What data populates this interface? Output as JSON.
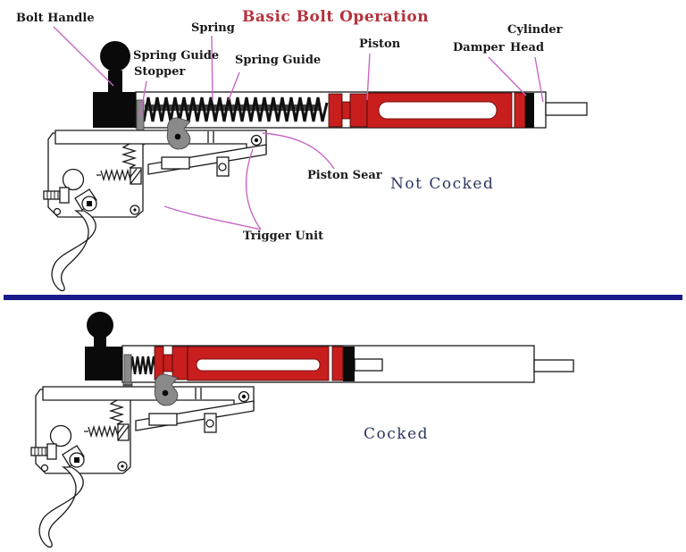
{
  "title": "Basic Bolt Operation",
  "labels": {
    "bolt_handle": "Bolt Handle",
    "spring": "Spring",
    "spring_guide_stopper_1": "Spring Guide",
    "spring_guide_stopper_2": "Stopper",
    "spring_guide": "Spring Guide",
    "piston": "Piston",
    "damper": "Damper",
    "cylinder_head_1": "Cylinder",
    "cylinder_head_2": "Head",
    "piston_sear": "Piston Sear",
    "trigger_unit": "Trigger Unit"
  },
  "states": {
    "not_cocked": "Not Cocked",
    "cocked": "Cocked"
  },
  "colors": {
    "piston_red": "#c81e1e",
    "leader_magenta": "#c668c6",
    "title_red": "#b4323c",
    "state_navy": "#2e3560",
    "divider_navy": "#1a1a8a",
    "metal_gray": "#8a8a8a",
    "ink": "#1a1a1a"
  }
}
